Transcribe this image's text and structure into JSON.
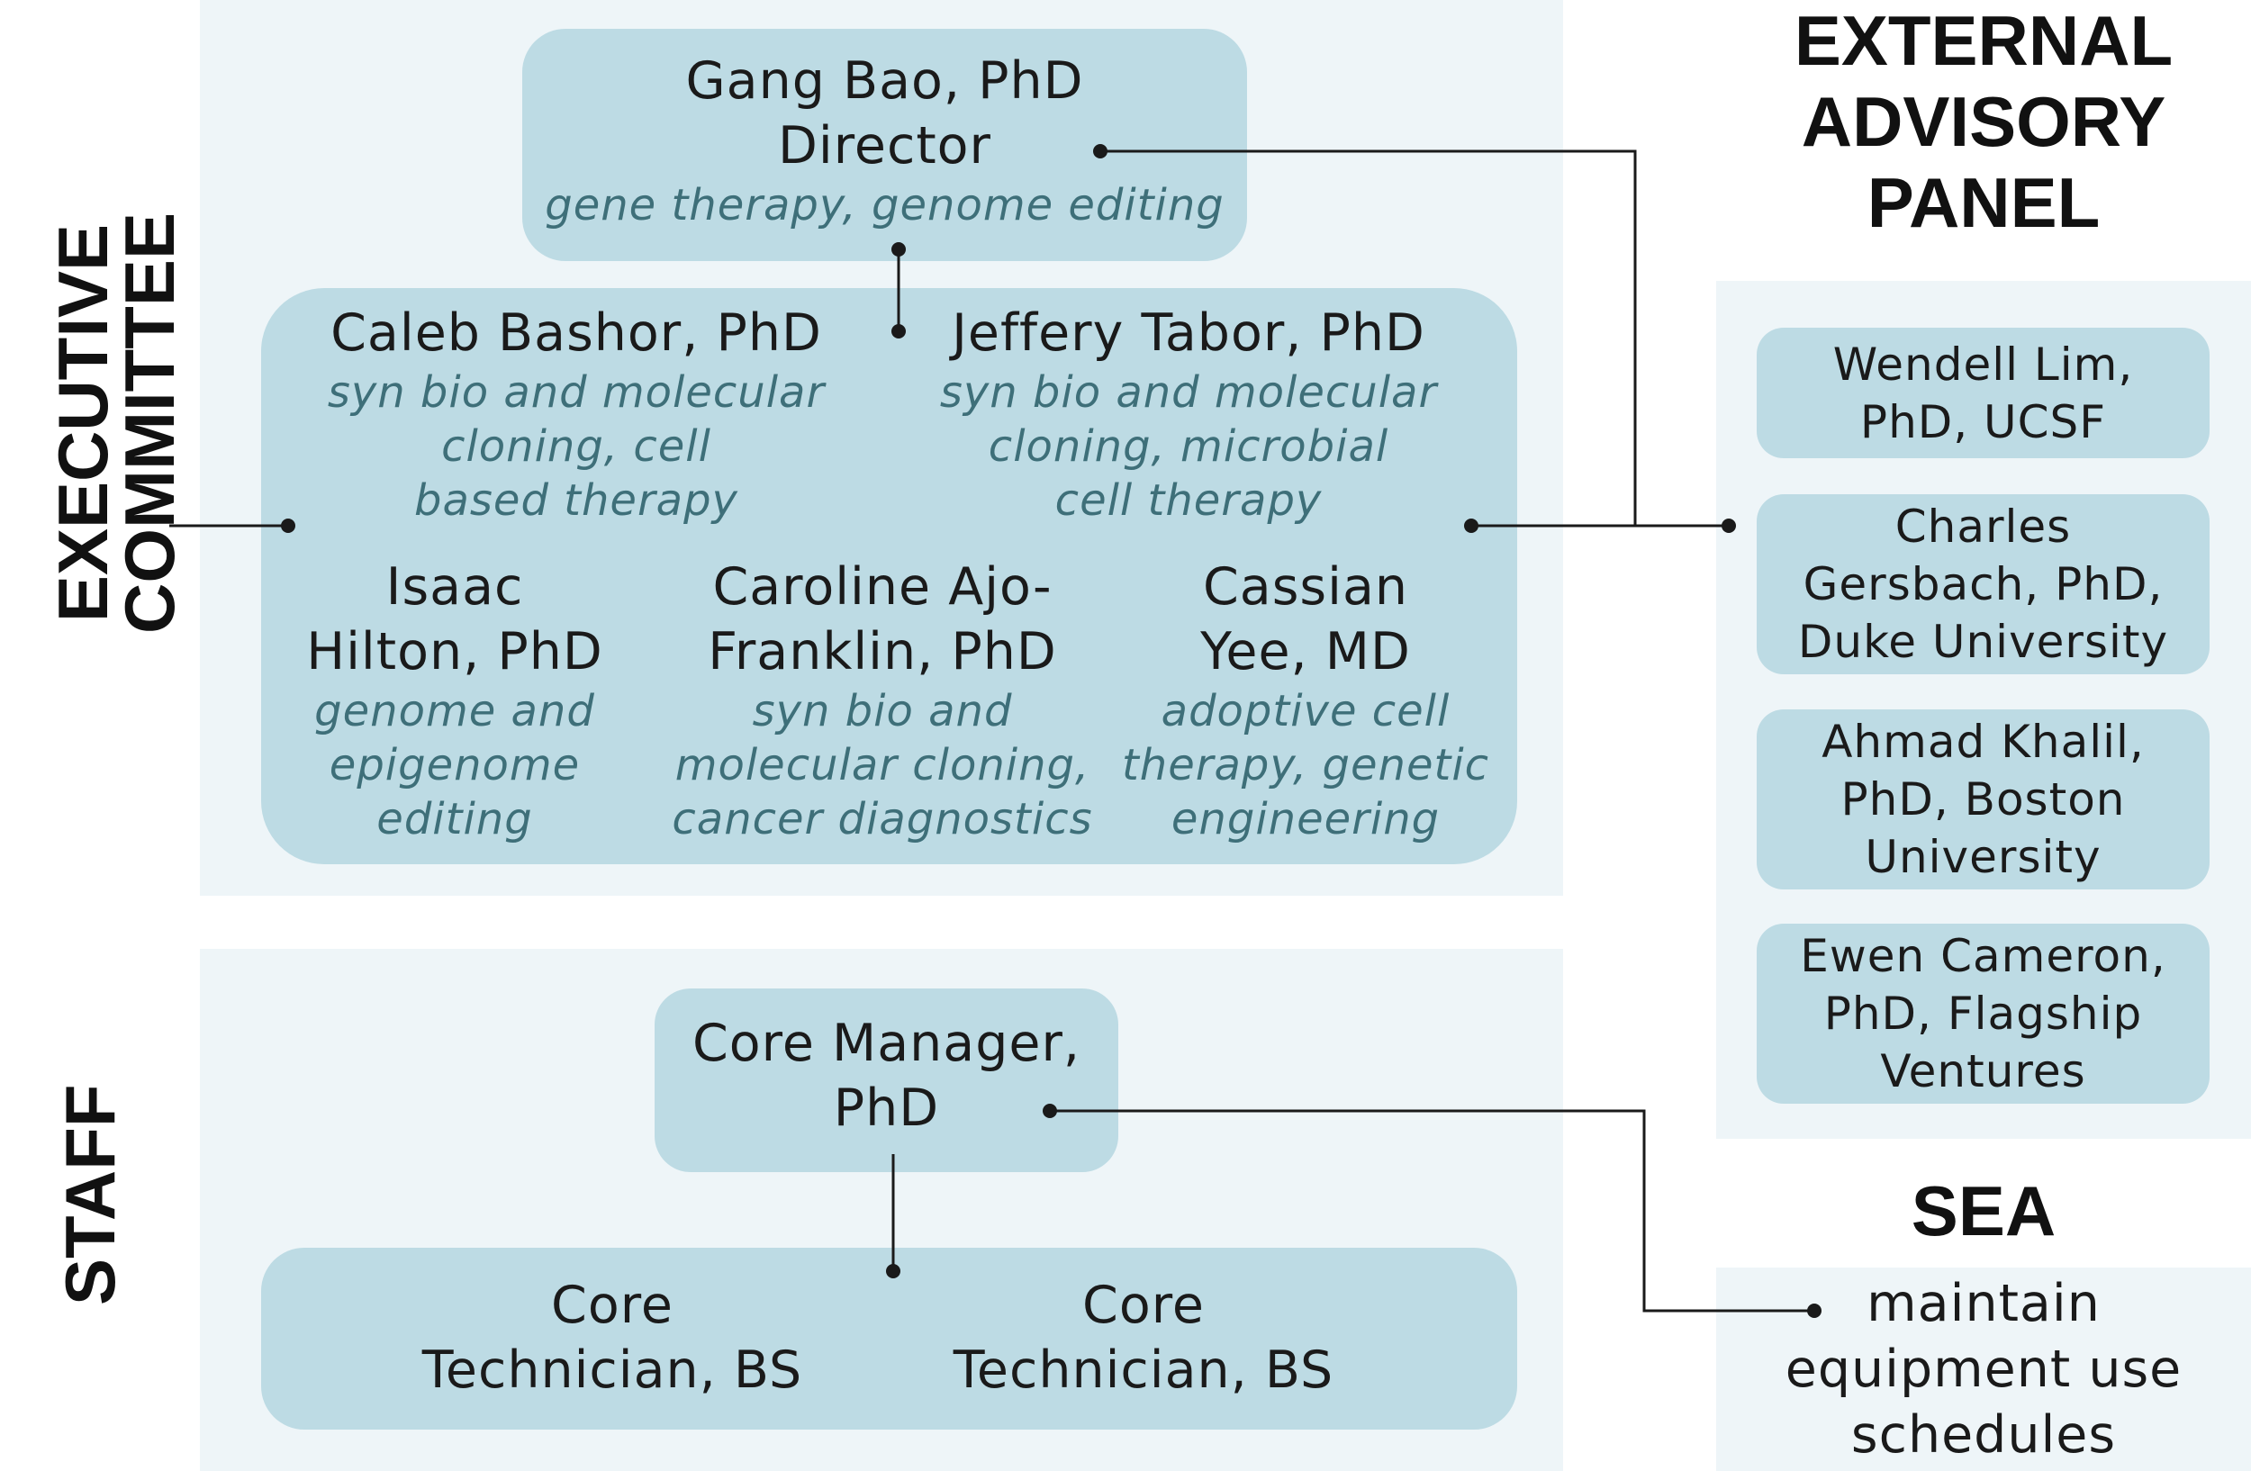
{
  "sections": {
    "executive": "EXECUTIVE\nCOMMITTEE",
    "staff": "STAFF",
    "advisory": "EXTERNAL\nADVISORY\nPANEL",
    "sea": "SEA"
  },
  "director": {
    "name": "Gang Bao, PhD",
    "title": "Director",
    "specialty": "gene therapy, genome editing"
  },
  "members": [
    {
      "name": "Caleb Bashor, PhD",
      "specialty": "syn bio and molecular\ncloning, cell\nbased therapy"
    },
    {
      "name": "Jeffery Tabor, PhD",
      "specialty": "syn bio and molecular\ncloning, microbial\ncell therapy"
    },
    {
      "name": "Isaac\nHilton, PhD",
      "specialty": "genome and\nepigenome\nediting"
    },
    {
      "name": "Caroline Ajo-\nFranklin, PhD",
      "specialty": "syn bio and\nmolecular cloning,\ncancer diagnostics"
    },
    {
      "name": "Cassian\nYee, MD",
      "specialty": "adoptive cell\ntherapy, genetic\nengineering"
    }
  ],
  "staff": {
    "manager": "Core Manager,\nPhD",
    "technicians": [
      "Core\nTechnician, BS",
      "Core\nTechnician, BS"
    ]
  },
  "advisors": [
    "Wendell Lim,\nPhD, UCSF",
    "Charles\nGersbach, PhD,\nDuke University",
    "Ahmad Khalil,\nPhD, Boston\nUniversity",
    "Ewen Cameron,\nPhD, Flagship\nVentures"
  ],
  "sea_task": "maintain\nequipment use\nschedules",
  "colors": {
    "panel_bg": "#eef5f8",
    "box_bg": "#bddbe4",
    "specialty_text": "#3e6f79",
    "line": "#1a1a1a"
  }
}
